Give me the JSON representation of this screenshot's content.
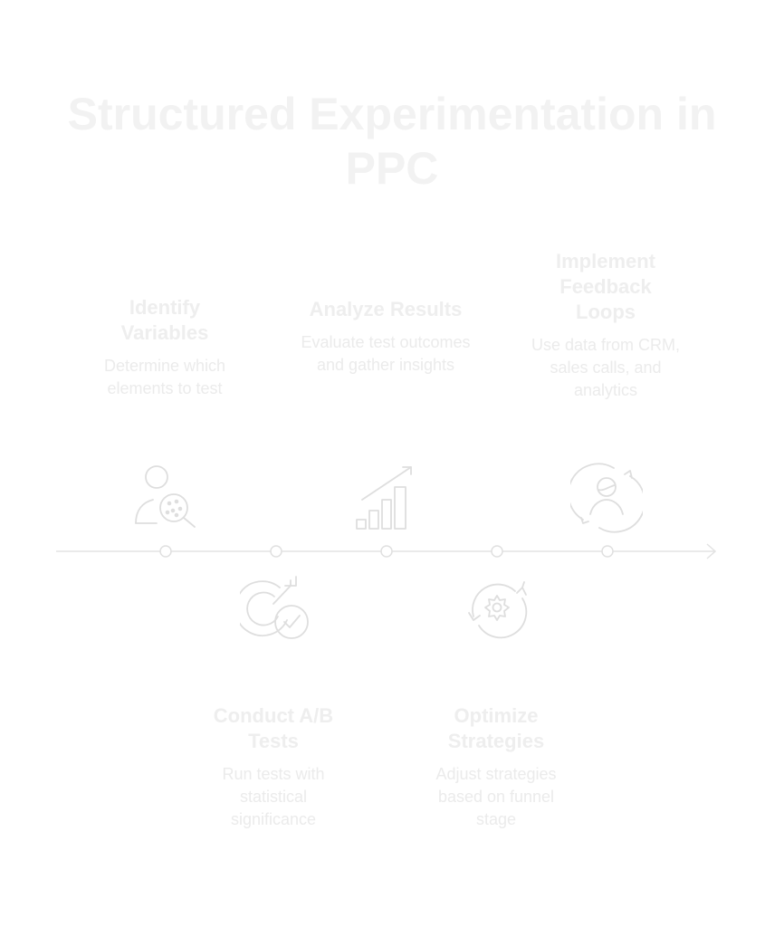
{
  "title": "Structured Experimentation in PPC",
  "steps": [
    {
      "title": "Identify Variables",
      "description": "Determine which elements to test",
      "icon": "user-search-icon"
    },
    {
      "title": "Conduct A/B Tests",
      "description": "Run tests with statistical significance",
      "icon": "target-check-icon"
    },
    {
      "title": "Analyze Results",
      "description": "Evaluate test outcomes and gather insights",
      "icon": "growth-chart-icon"
    },
    {
      "title": "Optimize Strategies",
      "description": "Adjust strategies based on funnel stage",
      "icon": "gear-refresh-icon"
    },
    {
      "title": "Implement Feedback Loops",
      "description": "Use data from CRM, sales calls, and analytics",
      "icon": "user-cycle-icon"
    }
  ],
  "colors": {
    "title": "#f2f2f2",
    "text": "#eeeeee",
    "line": "#e3e3e3",
    "icon": "#dedede"
  }
}
